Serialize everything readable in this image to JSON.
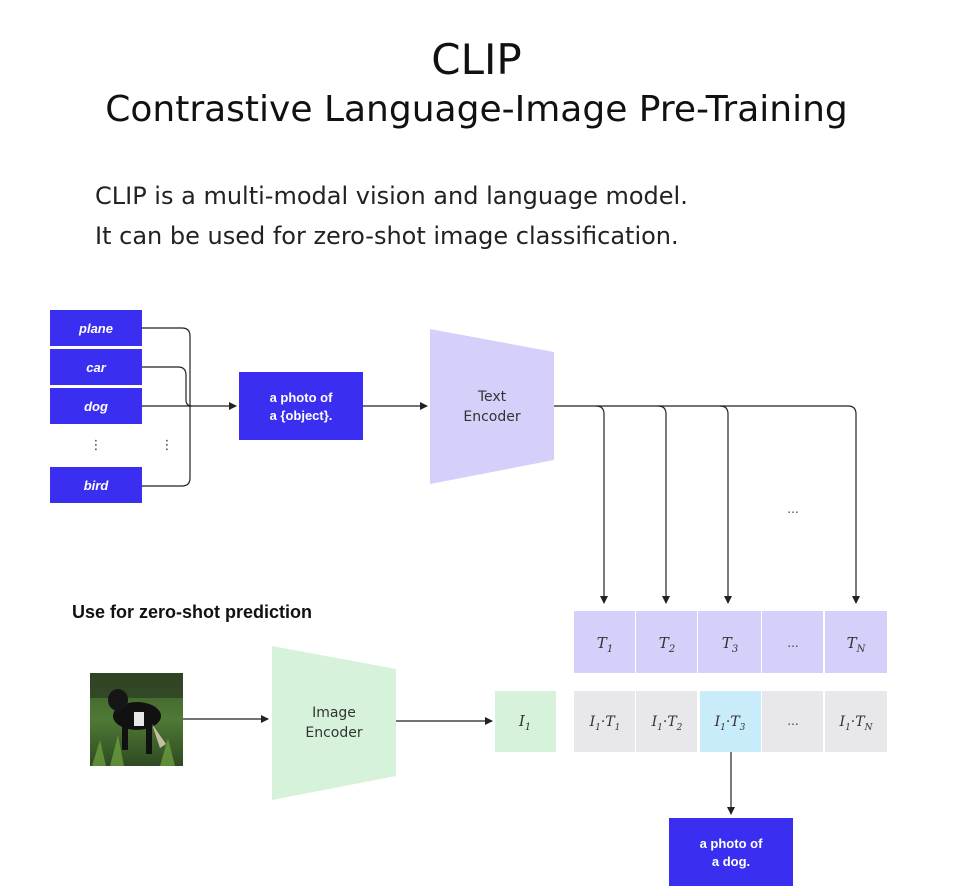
{
  "header": {
    "title": "CLIP",
    "subtitle": "Contrastive Language-Image Pre-Training",
    "description_line1": "CLIP is a multi-modal vision and language model.",
    "description_line2": "It can be used for zero-shot image classification."
  },
  "diagram": {
    "labels": {
      "plane": "plane",
      "car": "car",
      "dog": "dog",
      "bird": "bird",
      "vdots": "⋮",
      "prompt_line1": "a photo of",
      "prompt_line2": "a {object}.",
      "text_encoder_line1": "Text",
      "text_encoder_line2": "Encoder",
      "ellipsis": "...",
      "zero_shot_heading": "Use for zero-shot prediction",
      "image_encoder_line1": "Image",
      "image_encoder_line2": "Encoder",
      "result_line1": "a photo of",
      "result_line2": "a dog."
    },
    "text_features": [
      {
        "base": "T",
        "sub": "1"
      },
      {
        "base": "T",
        "sub": "2"
      },
      {
        "base": "T",
        "sub": "3"
      },
      {
        "base": "...",
        "sub": ""
      },
      {
        "base": "T",
        "sub": "N"
      }
    ],
    "image_feature": {
      "base": "I",
      "sub": "1"
    },
    "similarity_row": [
      {
        "a": "I",
        "a_sub": "1",
        "b": "T",
        "b_sub": "1"
      },
      {
        "a": "I",
        "a_sub": "1",
        "b": "T",
        "b_sub": "2"
      },
      {
        "a": "I",
        "a_sub": "1",
        "b": "T",
        "b_sub": "3"
      },
      {
        "a": "...",
        "a_sub": "",
        "b": "",
        "b_sub": ""
      },
      {
        "a": "I",
        "a_sub": "1",
        "b": "T",
        "b_sub": "N"
      }
    ],
    "highlighted_index": 2,
    "colors": {
      "class_box": "#3a2ff0",
      "text_encoder": "#d4d0f9",
      "image_encoder": "#d7f2da",
      "text_feature": "#d4d0f9",
      "image_feature": "#d7f2da",
      "similarity": "#e8e8ea",
      "highlight": "#c9ecfb",
      "arrow": "#222222"
    }
  }
}
